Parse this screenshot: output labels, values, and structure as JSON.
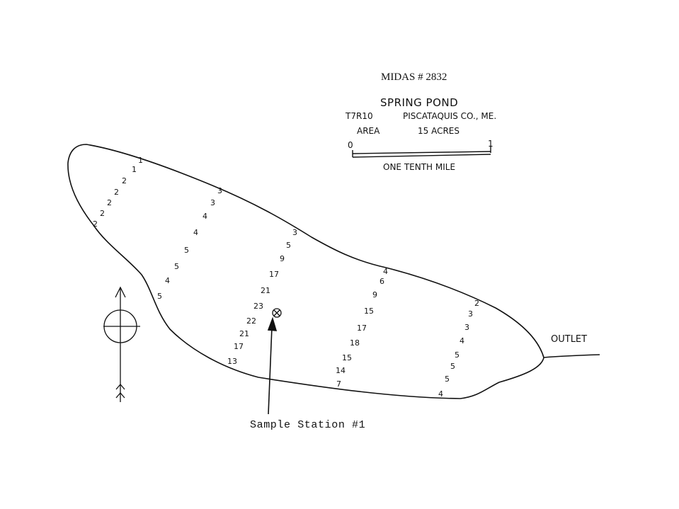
{
  "header": {
    "midas": "MIDAS # 2832",
    "pond_name": "SPRING POND",
    "township": "T7R10",
    "county": "PISCATAQUIS CO., ME.",
    "area_label": "AREA",
    "area_value": "15 ACRES"
  },
  "scale": {
    "zero": "0",
    "one": "1",
    "label": "ONE TENTH MILE"
  },
  "labels": {
    "outlet": "OUTLET",
    "sample_station": "Sample Station #1"
  },
  "depths": {
    "transect_1": [
      "1",
      "1",
      "2",
      "2",
      "2",
      "2",
      "2"
    ],
    "transect_2": [
      "3",
      "3",
      "4",
      "4",
      "5",
      "5",
      "4",
      "5"
    ],
    "transect_3": [
      "3",
      "5",
      "9",
      "17",
      "21",
      "23",
      "22",
      "21",
      "17",
      "13"
    ],
    "transect_4": [
      "4",
      "6",
      "9",
      "15",
      "17",
      "18",
      "15",
      "14",
      "7"
    ],
    "transect_5": [
      "2",
      "3",
      "3",
      "4",
      "5",
      "5",
      "5",
      "4"
    ]
  },
  "icons": {
    "compass": "compass-rose-icon",
    "sample_marker": "sample-station-marker-icon"
  }
}
